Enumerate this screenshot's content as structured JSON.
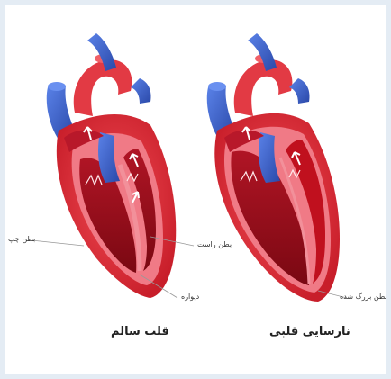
{
  "diagram": {
    "healthy_heart": {
      "caption": "قلب سالم",
      "labels": {
        "left_ventricle": "بطن چپ",
        "right_ventricle": "بطن راست",
        "wall": "دیواره"
      }
    },
    "failing_heart": {
      "caption": "نارسایی قلبی",
      "labels": {
        "enlarged_ventricle": "بطن بزرگ شده"
      }
    },
    "colors": {
      "vessel_blue": "#3a5fc8",
      "heart_red": "#e0343c",
      "chamber_dark": "#a01020",
      "wall_pink": "#f07080"
    }
  }
}
